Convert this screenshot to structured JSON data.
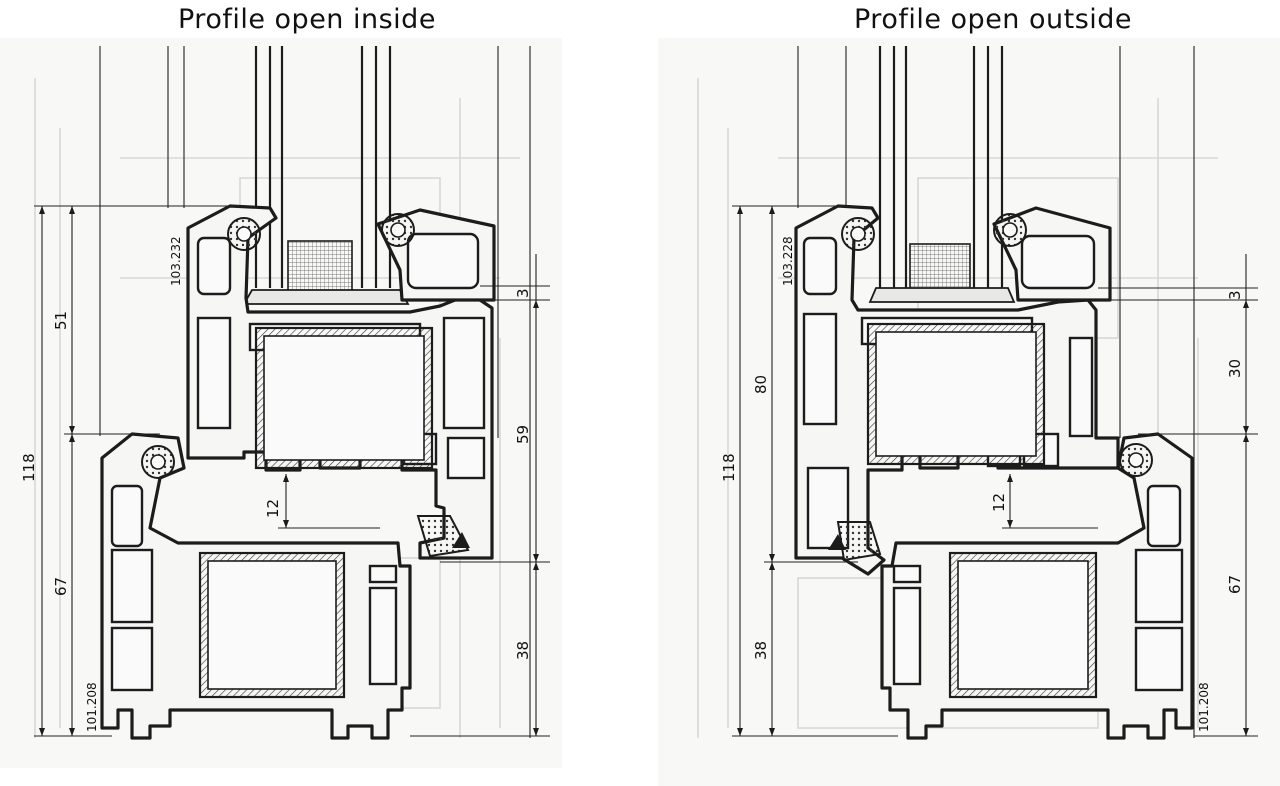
{
  "titles": {
    "left": "Profile open inside",
    "right": "Profile open outside"
  },
  "left": {
    "dims": {
      "total": "118",
      "upper": "51",
      "lower": "67",
      "gap": "3",
      "sash": "59",
      "rebate": "12",
      "frame": "38"
    },
    "codes": {
      "sash": "103.232",
      "frame": "101.208"
    }
  },
  "right": {
    "dims": {
      "total": "118",
      "upper": "80",
      "lower": "38",
      "gap": "3",
      "sash": "30",
      "rebate": "12",
      "frame": "67"
    },
    "codes": {
      "sash": "103.228",
      "frame": "101.208"
    }
  }
}
